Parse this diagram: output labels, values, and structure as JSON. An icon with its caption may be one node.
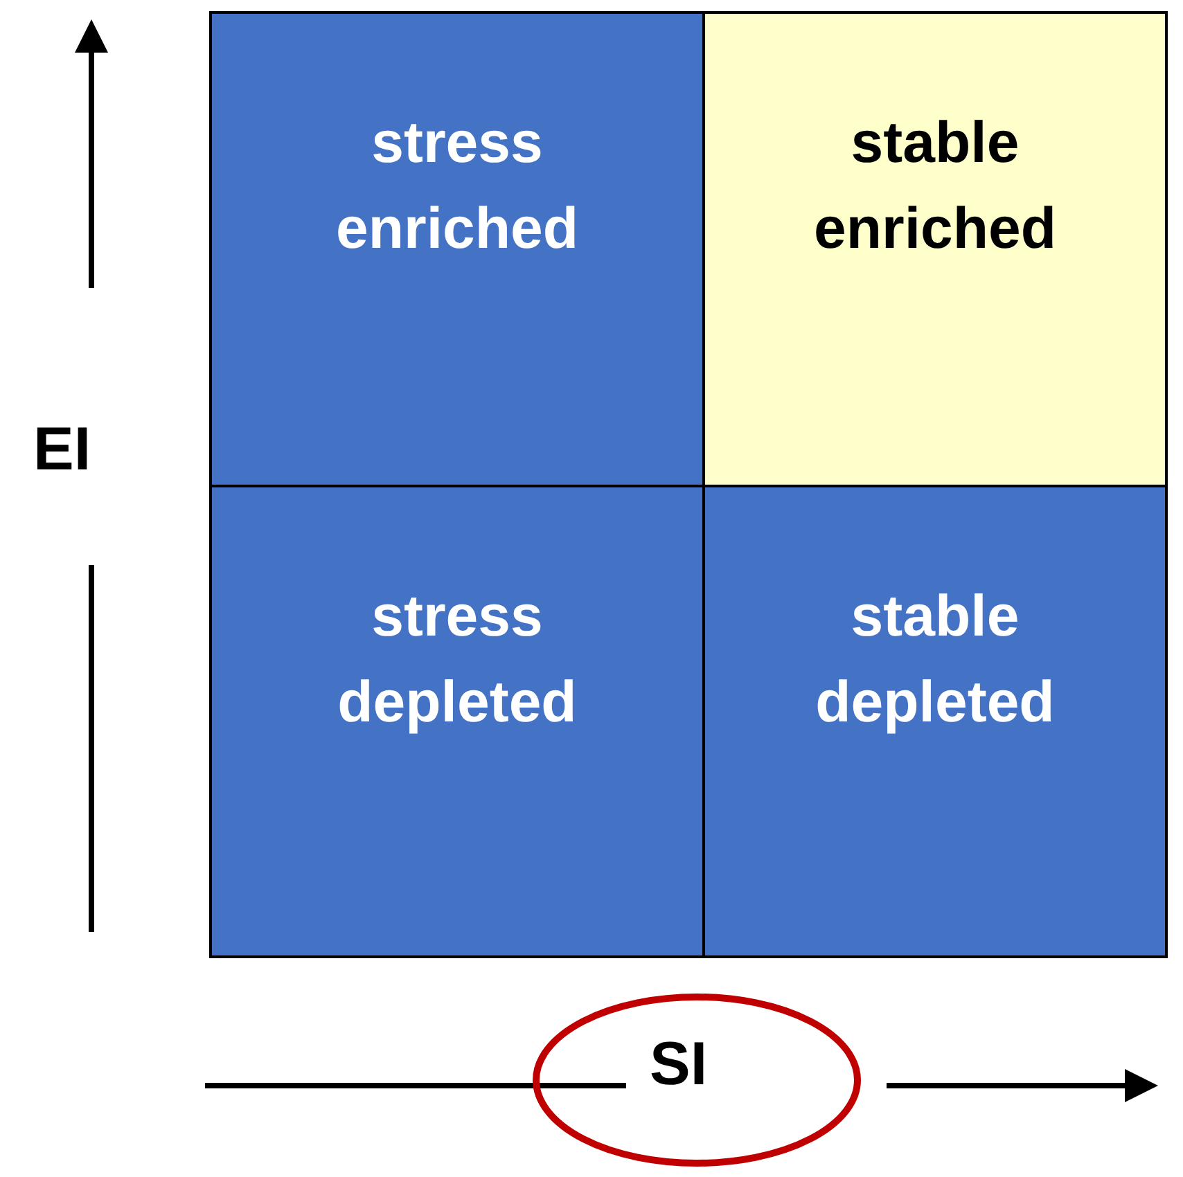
{
  "diagram": {
    "nodes": [
      {
        "text": [
          "stress enriched"
        ]
      },
      {
        "text": [
          "stable enriched"
        ]
      },
      {
        "text": [
          "stress depleted"
        ]
      },
      {
        "text": [
          "stable depleted"
        ]
      },
      {
        "text": [
          "SI"
        ]
      }
    ],
    "edges": [],
    "labels": [
      "EI"
    ]
  }
}
